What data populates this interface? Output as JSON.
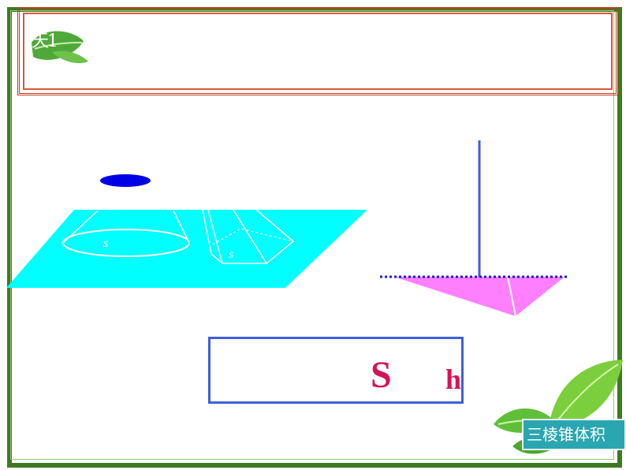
{
  "slide": {
    "title_fragment": "天1",
    "formula_symbol_S": "S",
    "formula_symbol_h": "h",
    "base_label_cone": "s",
    "base_label_pyramid": "s",
    "nav_button_label": "三棱锥体积"
  },
  "colors": {
    "frame": "#3f7a22",
    "title_border": "#c43a1e",
    "plane": "#00ffff",
    "ellipse": "#0000e6",
    "triangle": "#ff80ff",
    "formula_text": "#d4145a",
    "formula_border": "#3c5fdc",
    "nav_button": "#2aa6b0"
  },
  "icons": {
    "top_leaf": "leaf-icon",
    "bottom_leaves": "leaves-decoration-icon"
  }
}
